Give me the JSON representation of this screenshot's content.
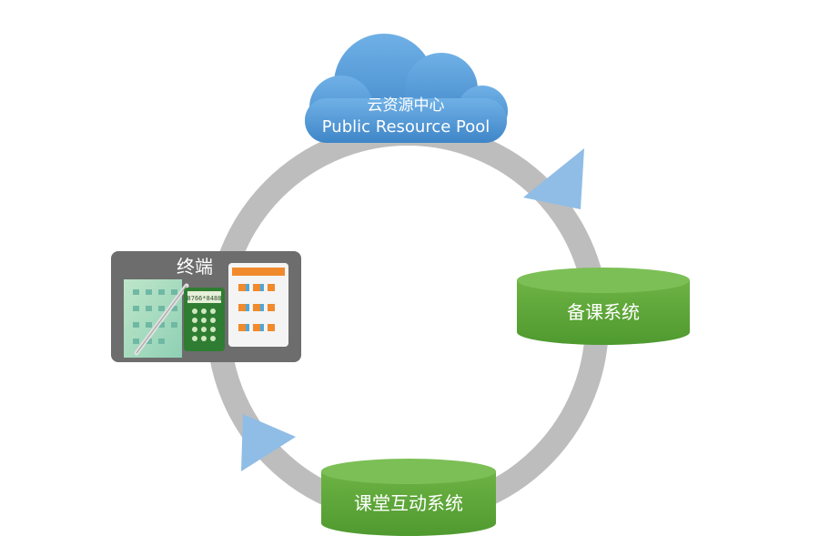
{
  "cloud": {
    "title_cn": "云资源中心",
    "title_en": "Public Resource Pool"
  },
  "systems": [
    {
      "label": "备课系统"
    },
    {
      "label": "课堂互动系统"
    }
  ],
  "terminal": {
    "title": "终端",
    "screen_text": "8766*8488"
  },
  "colors": {
    "cloud": "#4f97d5",
    "ring": "#bdbdbd",
    "arrow": "#8fbde6",
    "cylinder_body": "#5fa53b",
    "cylinder_top": "#7cbf56",
    "terminal_panel": "#6d6d6d"
  }
}
